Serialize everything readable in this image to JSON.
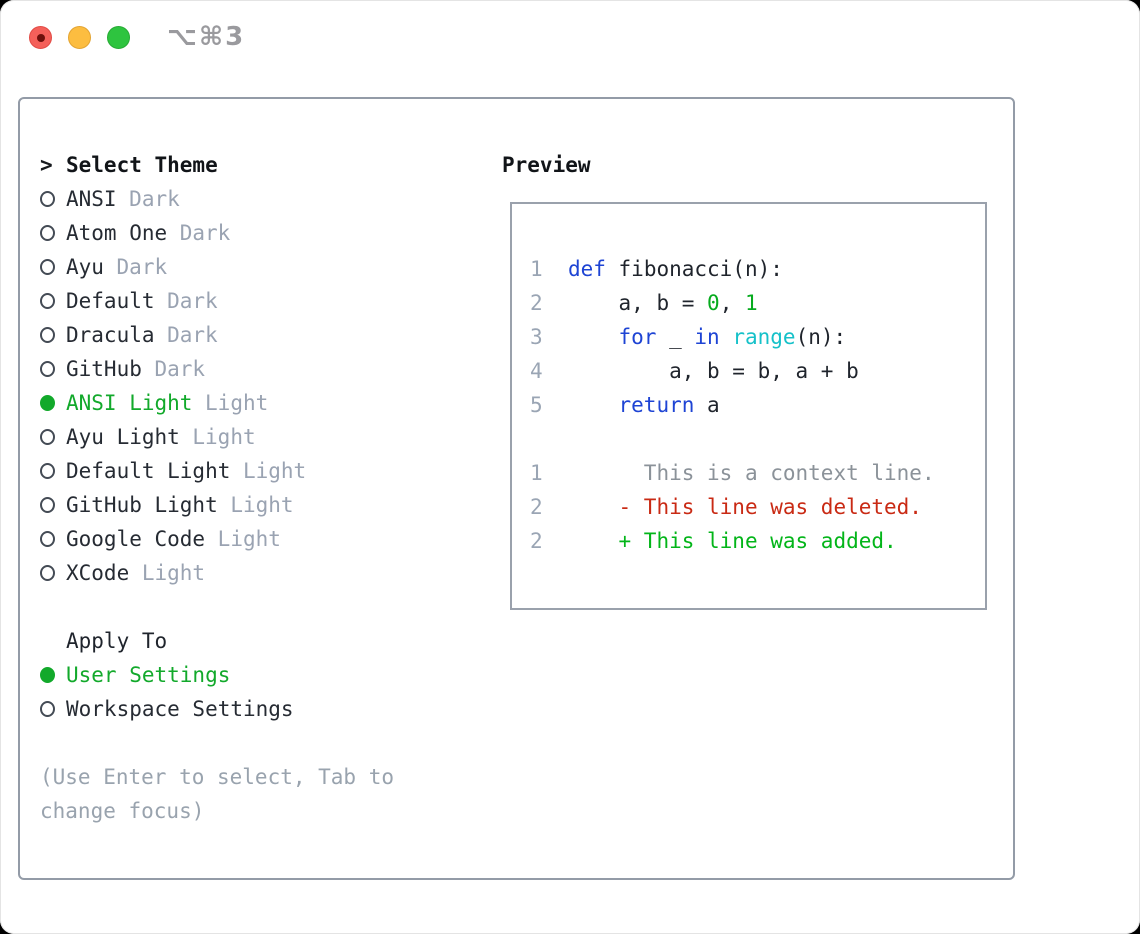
{
  "window": {
    "title": "⌥⌘3",
    "traffic_lights": [
      "close",
      "minimize",
      "zoom"
    ]
  },
  "colors": {
    "selection_green": "#12a92b",
    "added_green": "#03b519",
    "literal_green": "#06ab1e",
    "deleted_red": "#c92a14",
    "keyword_blue": "#1e44d4",
    "builtin_cyan": "#16c1c9",
    "muted_gray": "#9aa3b2",
    "text_dark": "#1f242c",
    "panel_border": "#939ba7"
  },
  "theme_picker": {
    "header": {
      "prompt": ">",
      "label": "Select Theme"
    },
    "items": [
      {
        "name": "ANSI",
        "variant": "Dark",
        "selected": false
      },
      {
        "name": "Atom One",
        "variant": "Dark",
        "selected": false
      },
      {
        "name": "Ayu",
        "variant": "Dark",
        "selected": false
      },
      {
        "name": "Default",
        "variant": "Dark",
        "selected": false
      },
      {
        "name": "Dracula",
        "variant": "Dark",
        "selected": false
      },
      {
        "name": "GitHub",
        "variant": "Dark",
        "selected": false
      },
      {
        "name": "ANSI Light",
        "variant": "Light",
        "selected": true
      },
      {
        "name": "Ayu Light",
        "variant": "Light",
        "selected": false
      },
      {
        "name": "Default Light",
        "variant": "Light",
        "selected": false
      },
      {
        "name": "GitHub Light",
        "variant": "Light",
        "selected": false
      },
      {
        "name": "Google Code",
        "variant": "Light",
        "selected": false
      },
      {
        "name": "XCode",
        "variant": "Light",
        "selected": false
      }
    ],
    "apply_to": {
      "label": "Apply To",
      "options": [
        {
          "name": "User Settings",
          "selected": true
        },
        {
          "name": "Workspace Settings",
          "selected": false
        }
      ]
    },
    "help_lines": [
      "(Use Enter to select, Tab to",
      "change focus)"
    ]
  },
  "preview": {
    "label": "Preview",
    "lines": [
      {
        "name": "code-line-1",
        "segs": [
          {
            "t": "1",
            "c": "ln"
          },
          {
            "t": "  ",
            "c": "p"
          },
          {
            "t": "def",
            "c": "k"
          },
          {
            "t": " fibonacci(n):",
            "c": "p"
          }
        ]
      },
      {
        "name": "code-line-2",
        "segs": [
          {
            "t": "2",
            "c": "ln"
          },
          {
            "t": "      a, b = ",
            "c": "p"
          },
          {
            "t": "0",
            "c": "n"
          },
          {
            "t": ", ",
            "c": "p"
          },
          {
            "t": "1",
            "c": "n"
          }
        ]
      },
      {
        "name": "code-line-3",
        "segs": [
          {
            "t": "3",
            "c": "ln"
          },
          {
            "t": "      ",
            "c": "p"
          },
          {
            "t": "for",
            "c": "k"
          },
          {
            "t": " _ ",
            "c": "p"
          },
          {
            "t": "in",
            "c": "k"
          },
          {
            "t": " ",
            "c": "p"
          },
          {
            "t": "range",
            "c": "f"
          },
          {
            "t": "(n):",
            "c": "p"
          }
        ]
      },
      {
        "name": "code-line-4",
        "segs": [
          {
            "t": "4",
            "c": "ln"
          },
          {
            "t": "          a, b = b, a + b",
            "c": "p"
          }
        ]
      },
      {
        "name": "code-line-5",
        "segs": [
          {
            "t": "5",
            "c": "ln"
          },
          {
            "t": "      ",
            "c": "p"
          },
          {
            "t": "return",
            "c": "k"
          },
          {
            "t": " a",
            "c": "p"
          }
        ]
      },
      {
        "name": "blank-line",
        "segs": []
      },
      {
        "name": "diff-context-line",
        "segs": [
          {
            "t": "1",
            "c": "ln"
          },
          {
            "t": "        This is a context line.",
            "c": "ctx"
          }
        ]
      },
      {
        "name": "diff-deleted-line",
        "segs": [
          {
            "t": "2",
            "c": "ln"
          },
          {
            "t": "      - This line was deleted.",
            "c": "del"
          }
        ]
      },
      {
        "name": "diff-added-line",
        "segs": [
          {
            "t": "2",
            "c": "ln"
          },
          {
            "t": "      + This line was added.",
            "c": "add"
          }
        ]
      }
    ]
  }
}
